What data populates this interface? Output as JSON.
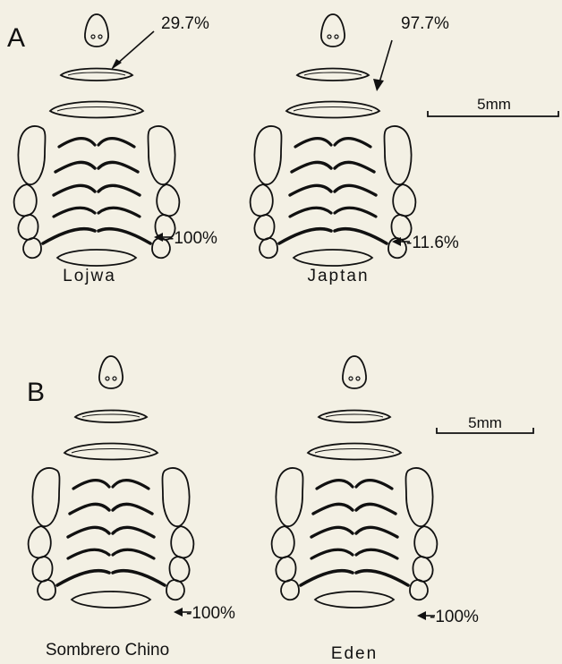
{
  "panels": [
    {
      "letter": "A",
      "scale_label": "5mm",
      "specimens": [
        {
          "name": "Lojwa",
          "percent_top": "29.7%",
          "percent_bottom": "-100%"
        },
        {
          "name": "Japtan",
          "percent_top": "97.7%",
          "percent_bottom": "-11.6%"
        }
      ]
    },
    {
      "letter": "B",
      "scale_label": "5mm",
      "specimens": [
        {
          "name": "Sombrero Chino",
          "percent_bottom": "-100%"
        },
        {
          "name": "Eden",
          "percent_bottom": "-100%"
        }
      ]
    }
  ],
  "colors": {
    "background": "#f3f0e4",
    "ink": "#111111"
  }
}
